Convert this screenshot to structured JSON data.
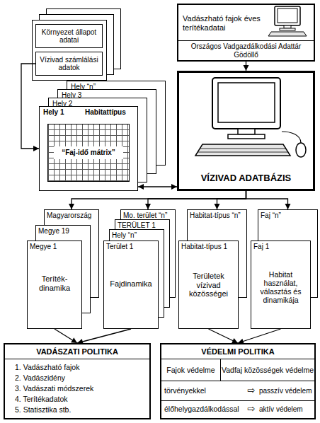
{
  "diagram": {
    "nodes": [
      {
        "text": [
          "Környezet állapot adatai"
        ]
      },
      {
        "text": [
          "Vízivad számlálási adatok"
        ]
      },
      {
        "text": [
          "Vadászható fajok éves terítékadatai",
          "Országos Vadgazdálkodási Adattár Gödöllő"
        ]
      },
      {
        "text": [
          "Hely “n”"
        ]
      },
      {
        "text": [
          "Hely 3"
        ]
      },
      {
        "text": [
          "Hely 2"
        ]
      },
      {
        "text": [
          "Hely 1",
          "Habitattípus"
        ]
      },
      {
        "text": [
          "“Faj-idő mátrix”"
        ],
        "in": 6
      },
      {
        "text": [
          "VÍZIVAD ADATBÁZIS"
        ]
      },
      {
        "text": [
          "Magyarország"
        ]
      },
      {
        "text": [
          "Megye 19"
        ]
      },
      {
        "text": [
          "Megye 1",
          "Teríték-dinamika"
        ]
      },
      {
        "text": [
          "Mo. terület “n”"
        ]
      },
      {
        "text": [
          "TERÜLET 1"
        ]
      },
      {
        "text": [
          "Hely “n”"
        ]
      },
      {
        "text": [
          "Terület 1",
          "Fajdinamika"
        ]
      },
      {
        "text": [
          "Habitat-típus “n”"
        ]
      },
      {
        "text": [
          "Habitat-típus 1",
          "Területek vízivad közösségei"
        ]
      },
      {
        "text": [
          "Faj “n”"
        ]
      },
      {
        "text": [
          "Faj 1",
          "Habitat használat, választás és dinamikája"
        ]
      },
      {
        "text": [
          "VADÁSZATI POLITIKA",
          "1. Vadászható fajok",
          "2. Vadászidény",
          "3. Vadászati módszerek",
          "4. Terítékadatok",
          "5. Statisztika stb."
        ]
      },
      {
        "text": [
          "VÉDELMI POLITIKA",
          "Fajok védelme",
          "Vadfaj közösségek védelme",
          "törvényekkel",
          "⇨",
          "passzív védelem",
          "élőhelygazdálkodással",
          "⇨",
          "aktív védelem"
        ]
      }
    ],
    "edges": [
      {
        "from": 1,
        "to": 6,
        "arrow": "to"
      },
      {
        "from": 2,
        "to": 8,
        "arrow": "to"
      },
      {
        "from": 6,
        "to": 8,
        "arrow": "both"
      },
      {
        "from": 8,
        "to": 9,
        "arrow": "to"
      },
      {
        "from": 8,
        "to": 12,
        "arrow": "to"
      },
      {
        "from": 8,
        "to": 16,
        "arrow": "to"
      },
      {
        "from": 8,
        "to": 18,
        "arrow": "to"
      },
      {
        "from": 11,
        "to": 20,
        "arrow": "to"
      },
      {
        "from": 15,
        "to": 20,
        "arrow": "to"
      },
      {
        "from": 17,
        "to": 21,
        "arrow": "to"
      },
      {
        "from": 19,
        "to": 21,
        "arrow": "to"
      }
    ]
  }
}
